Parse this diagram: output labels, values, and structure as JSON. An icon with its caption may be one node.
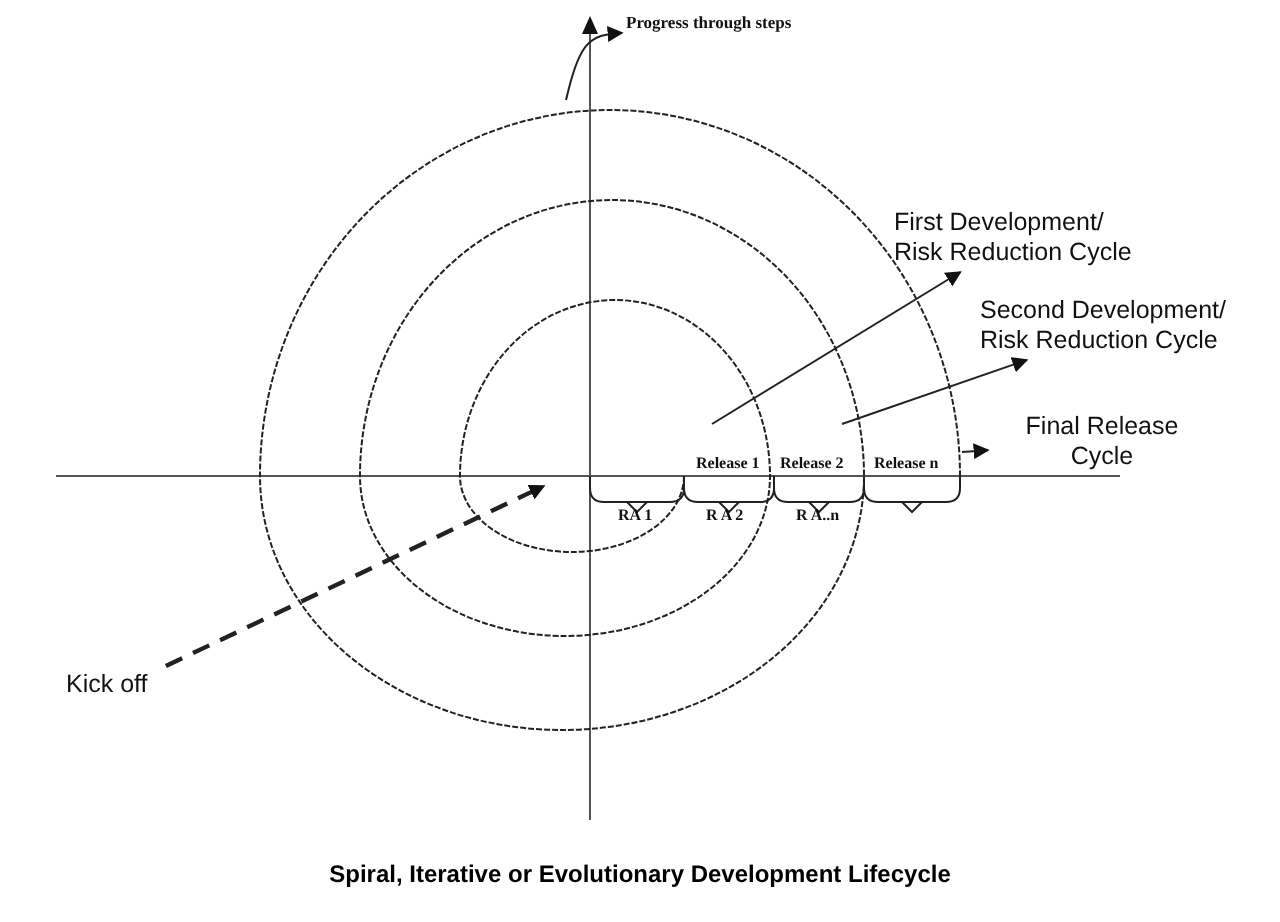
{
  "diagram": {
    "caption": "Spiral, Iterative or Evolutionary Development Lifecycle",
    "nodes": [
      {
        "text": [
          "Progress through steps"
        ]
      },
      {
        "text": [
          "First Development/ Risk Reduction Cycle"
        ]
      },
      {
        "text": [
          "Second Development/ Risk Reduction Cycle"
        ]
      },
      {
        "text": [
          "Final Release Cycle"
        ]
      },
      {
        "text": [
          "Kick off"
        ]
      }
    ],
    "edges": [
      {
        "from": null,
        "to": 0,
        "arrow": "to"
      },
      {
        "from": null,
        "to": 1,
        "arrow": "to"
      },
      {
        "from": null,
        "to": 2,
        "arrow": "to"
      },
      {
        "from": null,
        "to": 3,
        "arrow": "to"
      },
      {
        "from": 4,
        "to": null,
        "arrow": "to",
        "style": "dashed"
      }
    ],
    "labels": [
      "Release 1",
      "Release 2",
      "Release n",
      "RA 1",
      "R A 2",
      "R A..n"
    ]
  }
}
